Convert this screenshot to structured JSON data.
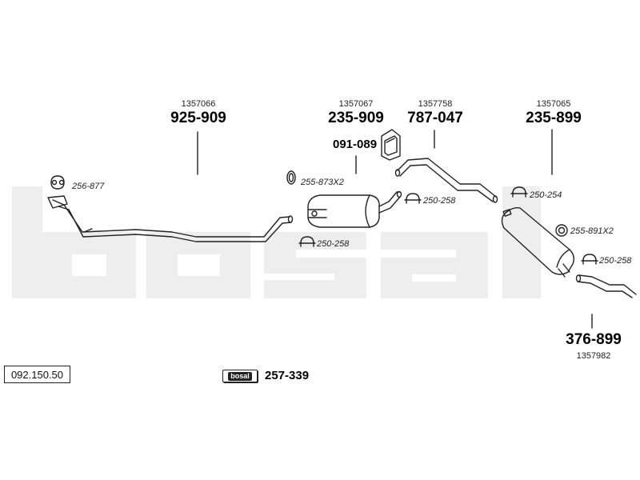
{
  "brand": {
    "watermark": "bosal",
    "badge": "bosal"
  },
  "catalog_number": "092.150.50",
  "logo_part_number": "257-339",
  "parts": [
    {
      "oe": "1357066",
      "number": "925-909"
    },
    {
      "oe": "1357067",
      "number": "235-909"
    },
    {
      "oe": "1357758",
      "number": "787-047"
    },
    {
      "oe": "1357065",
      "number": "235-899"
    },
    {
      "oe": "1357982",
      "number": "376-899"
    }
  ],
  "bracket_number": "091-089",
  "fittings": [
    {
      "code": "256-877",
      "icon": "gasket-icon"
    },
    {
      "code": "255-873X2",
      "icon": "rubber-ring-icon"
    },
    {
      "code": "250-258",
      "icon": "clamp-icon"
    },
    {
      "code": "250-258",
      "icon": "clamp-icon"
    },
    {
      "code": "250-254",
      "icon": "clamp-icon"
    },
    {
      "code": "255-891X2",
      "icon": "rubber-ring-icon"
    },
    {
      "code": "250-258",
      "icon": "clamp-icon"
    }
  ],
  "colors": {
    "watermark": "#eeeeee",
    "line": "#222222",
    "background": "#ffffff"
  }
}
